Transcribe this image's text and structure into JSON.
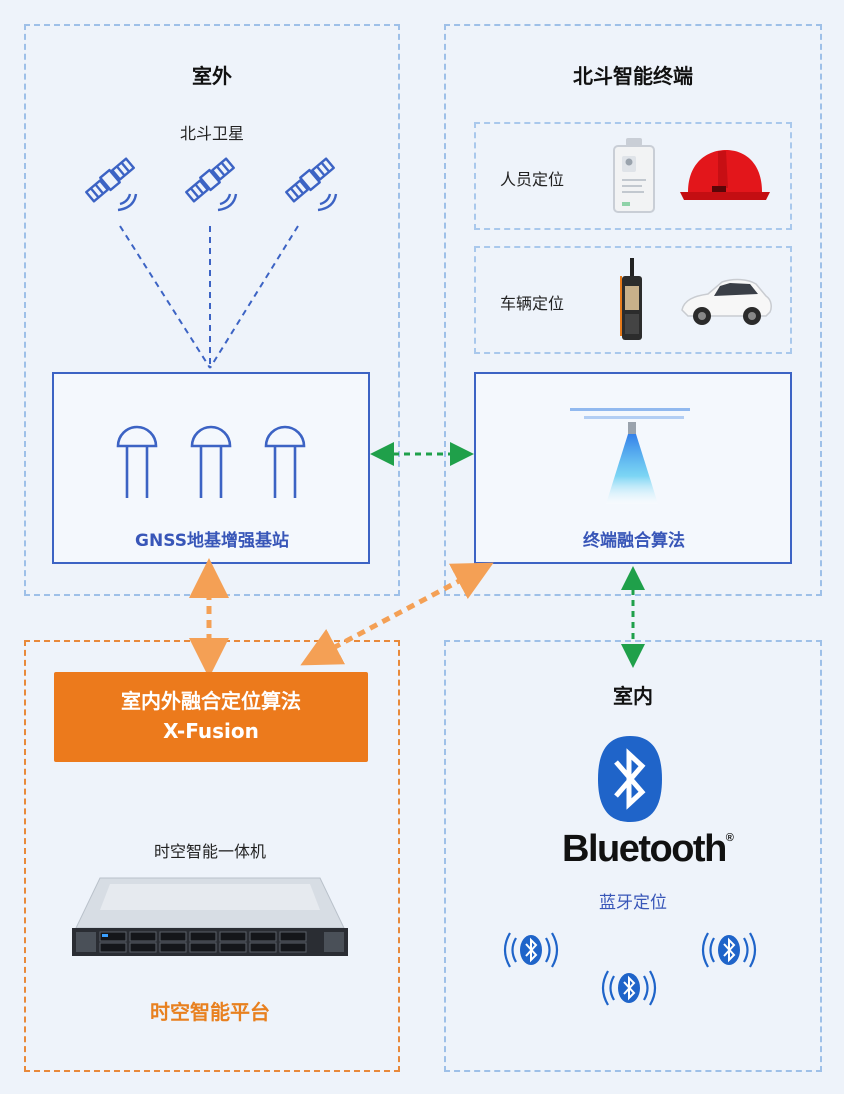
{
  "outdoor": {
    "title": "室外",
    "satellite_label": "北斗卫星",
    "station_label": "GNSS地基增强基站"
  },
  "terminal": {
    "title": "北斗智能终端",
    "personnel_label": "人员定位",
    "vehicle_label": "车辆定位",
    "algorithm_label": "终端融合算法"
  },
  "platform": {
    "algo_line1": "室内外融合定位算法",
    "algo_line2": "X-Fusion",
    "machine_label": "时空智能一体机",
    "platform_label": "时空智能平台"
  },
  "indoor": {
    "title": "室内",
    "bluetooth_word": "Bluetooth",
    "registered": "®",
    "positioning_label": "蓝牙定位"
  },
  "colors": {
    "blue": "#3c63c4",
    "orange": "#ec7a1c",
    "green": "#1fa04a",
    "dash_border": "#9ec0e8"
  }
}
